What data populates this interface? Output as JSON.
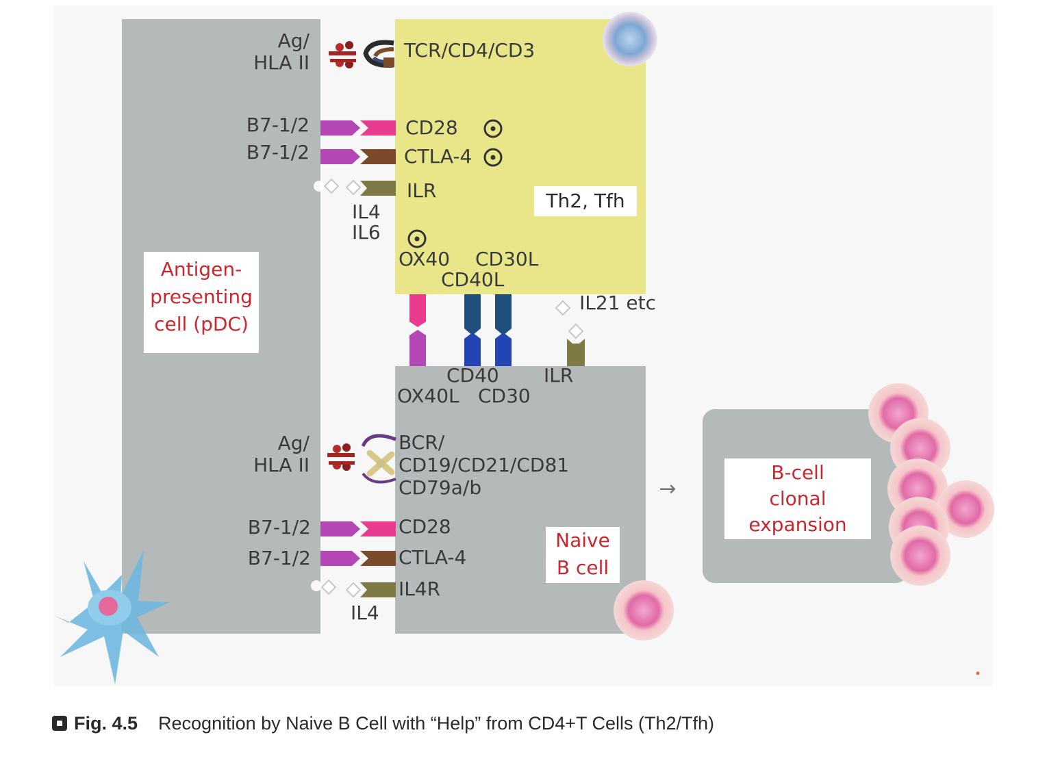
{
  "top_tcell": {
    "ag_hla": [
      "Ag/",
      "HLA II"
    ],
    "tcr": "TCR/CD4/CD3",
    "b7_a": "B7-1/2",
    "b7_b": "B7-1/2",
    "cd28": "CD28",
    "ctla4": "CTLA-4",
    "ilr": "ILR",
    "il4": "IL4",
    "il6": "IL6",
    "ox40": "OX40",
    "cd30l": "CD30L",
    "cd40l": "CD40L",
    "il21": "IL21 etc",
    "th2_box": "Th2, Tfh"
  },
  "apc_box": [
    "Antigen-",
    "presenting",
    "cell (pDC)"
  ],
  "middle": {
    "cd40": "CD40",
    "ilr": "ILR",
    "ox40l": "OX40L",
    "cd30": "CD30"
  },
  "bcell": {
    "ag_hla": [
      "Ag/",
      "HLA II"
    ],
    "bcr": [
      "BCR/",
      "CD19/CD21/CD81",
      "CD79a/b"
    ],
    "b7_a": "B7-1/2",
    "b7_b": "B7-1/2",
    "cd28": "CD28",
    "ctla4": "CTLA-4",
    "il4r": "IL4R",
    "il4": "IL4",
    "naive_box": [
      "Naive",
      "B cell"
    ]
  },
  "expansion_box": [
    "B-cell",
    "clonal",
    "expansion"
  ],
  "arrow": "→",
  "caption": {
    "fig": "Fig. 4.5",
    "text": "Recognition by Naive B Cell with “Help” from CD4+T Cells  (Th2/Tfh)"
  },
  "colors": {
    "apc_gray": "#b4b9ba",
    "tcell_yellow": "#e9e68a",
    "label_red": "#c8282d",
    "b7_purple": "#b247b5",
    "cd28_pink": "#ea3c8f",
    "ctla4_brown": "#7a4a2a",
    "ilr_olive": "#7e7a45",
    "cd40_blue": "#1f5d93",
    "b_cell_pink": "#e06aa6"
  }
}
